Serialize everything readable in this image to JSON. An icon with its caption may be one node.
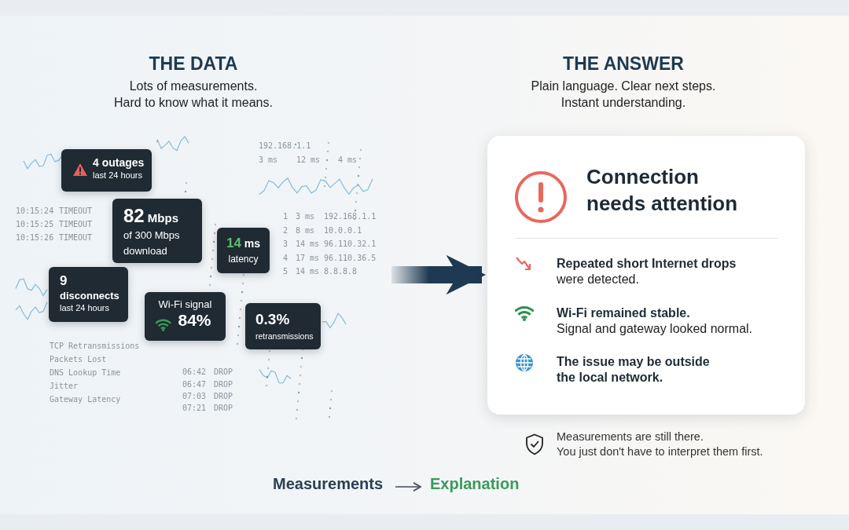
{
  "diagram": {
    "nodes": [
      {
        "text": [
          "4 outages",
          "last 24 hours"
        ]
      },
      {
        "text": [
          "82 Mbps",
          "of 300 Mbps download"
        ]
      },
      {
        "text": [
          "14 ms",
          "latency"
        ]
      },
      {
        "text": [
          "9 disconnects",
          "last 24 hours"
        ]
      },
      {
        "text": [
          "Wi-Fi signal",
          "84%"
        ]
      },
      {
        "text": [
          "0.3%",
          "retransmissions"
        ]
      },
      {
        "text": [
          "Connection needs attention",
          "Repeated short Internet drops",
          "were detected.",
          "Wi-Fi remained stable.",
          "Signal and gateway looked normal.",
          "The issue may be outside the local network."
        ]
      },
      {
        "text": [
          "Measurements"
        ]
      },
      {
        "text": [
          "Explanation"
        ]
      }
    ],
    "edges": [
      {
        "from": null,
        "to": 6,
        "arrow": "to",
        "style": "thick",
        "color": "#1e3a52"
      },
      {
        "from": 7,
        "to": 8,
        "arrow": "to"
      }
    ],
    "labels": [
      "THE DATA",
      "Lots of measurements.",
      "Hard to know what it means.",
      "THE ANSWER",
      "Plain language. Clear next steps.",
      "Instant understanding.",
      "192.168.1.1",
      "3 ms",
      "12 ms",
      "4 ms",
      "10:15:24",
      "TIMEOUT",
      "10:15:25",
      "TIMEOUT",
      "10:15:26",
      "TIMEOUT",
      "1",
      "3 ms",
      "192.168.1.1",
      "2",
      "8 ms",
      "10.0.0.1",
      "3",
      "14 ms",
      "96.110.32.1",
      "4",
      "17 ms",
      "96.110.36.5",
      "5",
      "14 ms",
      "8.8.8.8",
      "TCP Retransmissions",
      "Packets Lost",
      "DNS Lookup Time",
      "Jitter",
      "Gateway Latency",
      "06:42",
      "DROP",
      "06:47",
      "DROP",
      "07:03",
      "DROP",
      "07:21",
      "DROP",
      "Measurements are still there.",
      "You just don't have to interpret them first."
    ]
  }
}
